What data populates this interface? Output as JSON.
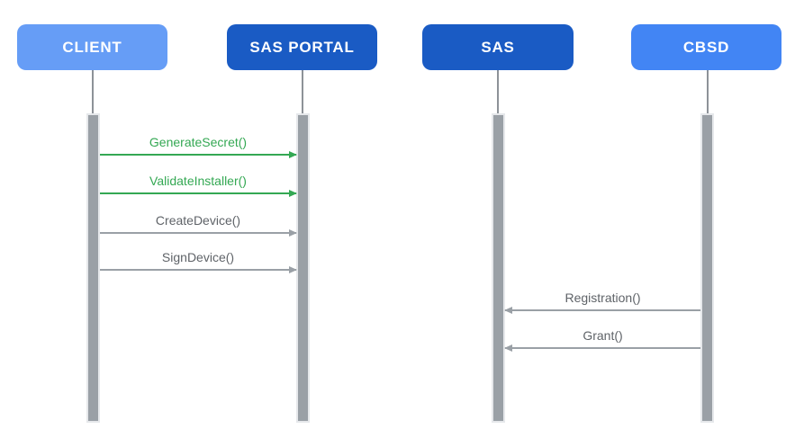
{
  "diagram": {
    "type": "sequence",
    "actors": [
      {
        "label": "CLIENT",
        "color": "#669DF6"
      },
      {
        "label": "SAS PORTAL",
        "color": "#1A5BC4"
      },
      {
        "label": "SAS",
        "color": "#1A5BC4"
      },
      {
        "label": "CBSD",
        "color": "#4285F4"
      }
    ],
    "messages": [
      {
        "label": "GenerateSecret()",
        "from": "CLIENT",
        "to": "SAS PORTAL",
        "color": "#34A853",
        "direction": "right"
      },
      {
        "label": "ValidateInstaller()",
        "from": "CLIENT",
        "to": "SAS PORTAL",
        "color": "#34A853",
        "direction": "right"
      },
      {
        "label": "CreateDevice()",
        "from": "CLIENT",
        "to": "SAS PORTAL",
        "color": "#9AA0A6",
        "direction": "right"
      },
      {
        "label": "SignDevice()",
        "from": "CLIENT",
        "to": "SAS PORTAL",
        "color": "#9AA0A6",
        "direction": "right"
      },
      {
        "label": "Registration()",
        "from": "CBSD",
        "to": "SAS",
        "color": "#9AA0A6",
        "direction": "left"
      },
      {
        "label": "Grant()",
        "from": "CBSD",
        "to": "SAS",
        "color": "#9AA0A6",
        "direction": "left"
      }
    ],
    "colors": {
      "background": "#FFFFFF",
      "lifeline": "#8D9298",
      "activation_bar": "#9AA0A6",
      "activation_bar_border": "#E6E8EB",
      "green_message": "#34A853",
      "gray_message_line": "#9AA0A6",
      "gray_message_text": "#5F6368",
      "actor_text": "#FFFFFF"
    }
  }
}
